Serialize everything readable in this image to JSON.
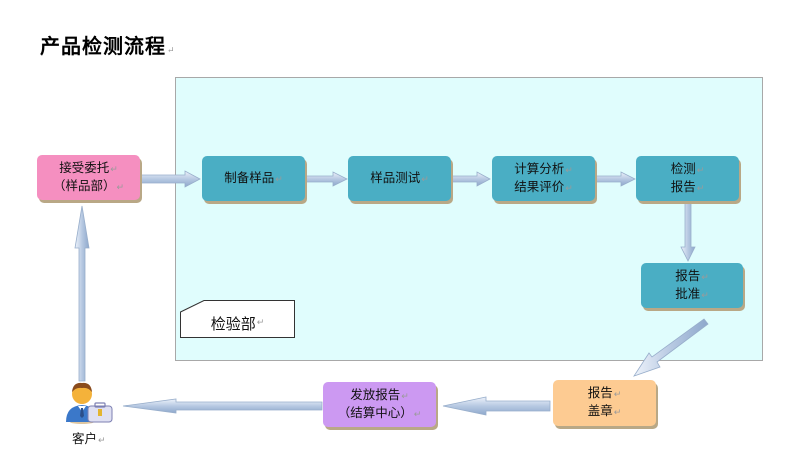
{
  "title": "产品检测流程",
  "department_label": "检验部",
  "colors": {
    "area_bg": "#e0fdfd",
    "teal": "#4aaec4",
    "pink": "#f58fc0",
    "orange": "#fdcb92",
    "purple": "#cc99f2",
    "arrow": "#a9c0dc"
  },
  "nodes": {
    "accept": {
      "line1": "接受委托",
      "line2": "（样品部）"
    },
    "prepare": {
      "line1": "制备样品"
    },
    "test": {
      "line1": "样品测试"
    },
    "analyze": {
      "line1": "计算分析",
      "line2": "结果评价"
    },
    "report": {
      "line1": "检测",
      "line2": "报告"
    },
    "approve": {
      "line1": "报告",
      "line2": "批准"
    },
    "stamp": {
      "line1": "报告",
      "line2": "盖章"
    },
    "issue": {
      "line1": "发放报告",
      "line2": "（结算中心）"
    }
  },
  "customer": {
    "label": "客户",
    "icon": "customer-with-briefcase-icon"
  },
  "paragraph_mark": "↵"
}
